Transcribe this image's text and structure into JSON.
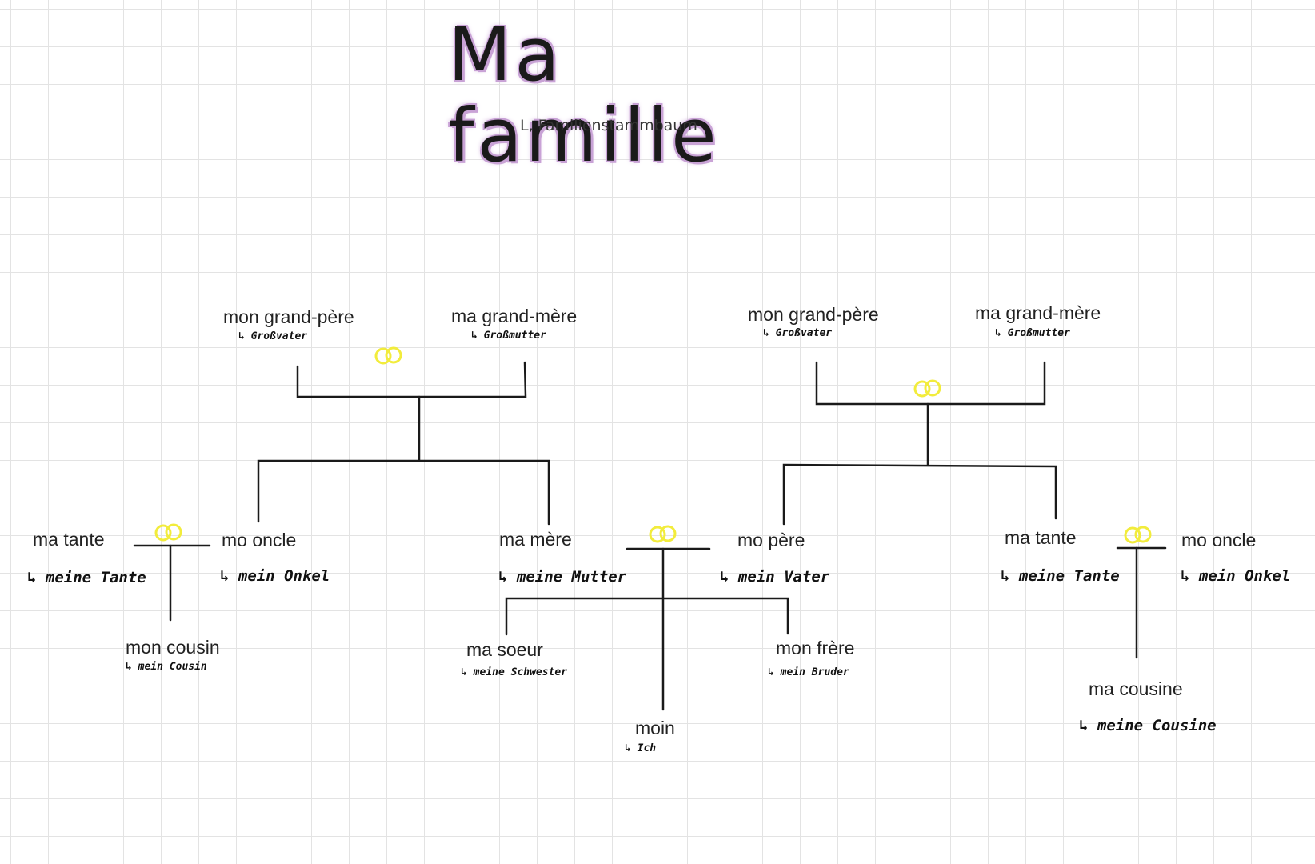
{
  "title": "Ma famille",
  "subtitle": "L, Familienstammbaum",
  "colors": {
    "title_highlight": "#c9a3d6",
    "ring": "#f2ec3c",
    "line": "#1a1a1a"
  },
  "paternal_grandparents": {
    "grandfather": {
      "fr": "mon grand-père",
      "de": "↳ Großvater"
    },
    "grandmother": {
      "fr": "ma grand-mère",
      "de": "↳ Großmutter"
    }
  },
  "maternal_grandparents": {
    "grandfather": {
      "fr": "mon grand-père",
      "de": "↳ Großvater"
    },
    "grandmother": {
      "fr": "ma grand-mère",
      "de": "↳ Großmutter"
    }
  },
  "left_family": {
    "aunt": {
      "fr": "ma tante",
      "de": "↳ meine Tante"
    },
    "uncle": {
      "fr": "mo oncle",
      "de": "↳ mein Onkel"
    },
    "cousin": {
      "fr": "mon cousin",
      "de": "↳ mein Cousin"
    }
  },
  "parents": {
    "mother": {
      "fr": "ma mère",
      "de": "↳ meine Mutter"
    },
    "father": {
      "fr": "mo père",
      "de": "↳ mein Vater"
    }
  },
  "children": {
    "sister": {
      "fr": "ma soeur",
      "de": "↳ meine Schwester"
    },
    "brother": {
      "fr": "mon frère",
      "de": "↳ mein Bruder"
    },
    "me": {
      "fr": "moin",
      "de": "↳ Ich"
    }
  },
  "right_family": {
    "aunt": {
      "fr": "ma tante",
      "de": "↳ meine Tante"
    },
    "uncle": {
      "fr": "mo oncle",
      "de": "↳ mein Onkel"
    },
    "cousin": {
      "fr": "ma cousine",
      "de": "↳ meine Cousine"
    }
  },
  "icons": {
    "marriage": "wedding-rings-icon"
  }
}
